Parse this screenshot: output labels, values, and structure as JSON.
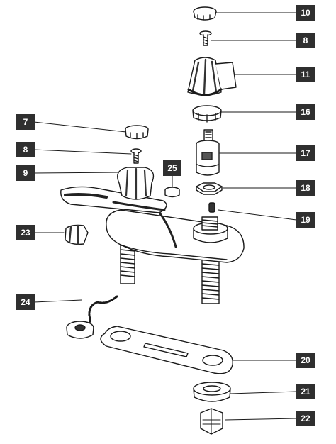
{
  "callouts": [
    {
      "id": "c10",
      "label": "10"
    },
    {
      "id": "c8a",
      "label": "8"
    },
    {
      "id": "c11",
      "label": "11"
    },
    {
      "id": "c16",
      "label": "16"
    },
    {
      "id": "c7",
      "label": "7"
    },
    {
      "id": "c8b",
      "label": "8"
    },
    {
      "id": "c17",
      "label": "17"
    },
    {
      "id": "c25",
      "label": "25"
    },
    {
      "id": "c9",
      "label": "9"
    },
    {
      "id": "c18",
      "label": "18"
    },
    {
      "id": "c19",
      "label": "19"
    },
    {
      "id": "c23",
      "label": "23"
    },
    {
      "id": "c24",
      "label": "24"
    },
    {
      "id": "c20",
      "label": "20"
    },
    {
      "id": "c21",
      "label": "21"
    },
    {
      "id": "c22",
      "label": "22"
    }
  ],
  "colors": {
    "ink": "#1a1a1a",
    "badge": "#2f2f2f",
    "badge_text": "#ffffff",
    "paper": "#ffffff"
  }
}
